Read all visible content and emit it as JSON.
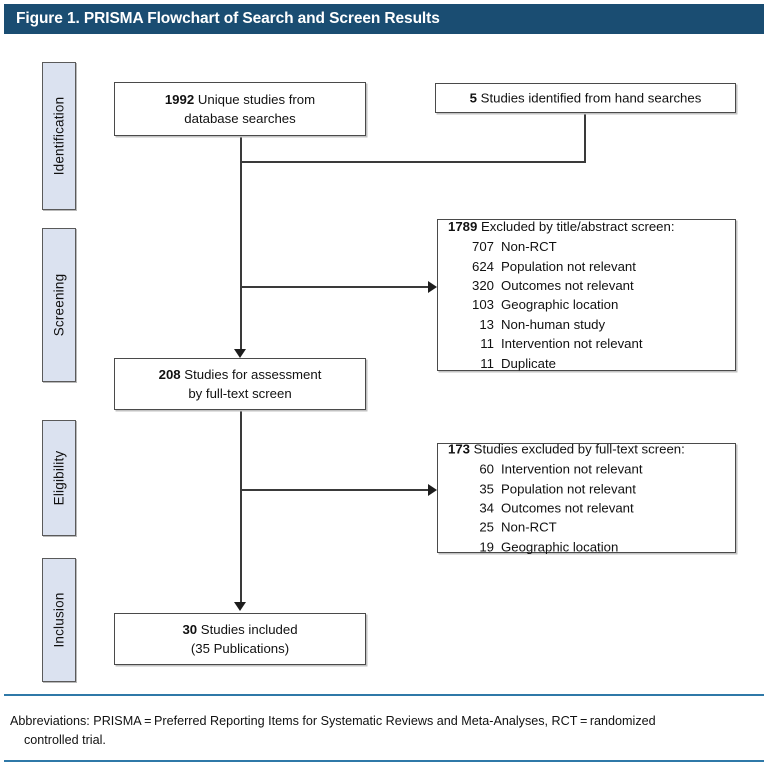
{
  "figure": {
    "title": "Figure 1. PRISMA Flowchart of Search and Screen Results",
    "title_bar_color": "#1a4d72",
    "stage_label_fill": "#dbe2f0",
    "rule_color": "#2f79a8"
  },
  "stages": [
    {
      "label": "Identification"
    },
    {
      "label": "Screening"
    },
    {
      "label": "Eligibility"
    },
    {
      "label": "Inclusion"
    }
  ],
  "boxes": {
    "database_searches": {
      "count": "1992",
      "line1": " Unique studies from",
      "line2": "database searches"
    },
    "hand_searches": {
      "count": "5",
      "line1": " Studies identified from hand searches"
    },
    "title_abstract_excluded": {
      "count": "1789",
      "heading": " Excluded by title/abstract screen:",
      "reasons": [
        {
          "count": "707",
          "label": "Non-RCT"
        },
        {
          "count": "624",
          "label": "Population not relevant"
        },
        {
          "count": "320",
          "label": "Outcomes not relevant"
        },
        {
          "count": "103",
          "label": "Geographic location"
        },
        {
          "count": "13",
          "label": "Non-human study"
        },
        {
          "count": "11",
          "label": "Intervention not relevant"
        },
        {
          "count": "11",
          "label": "Duplicate"
        }
      ]
    },
    "full_text_assessed": {
      "count": "208",
      "line1": " Studies for assessment",
      "line2": "by full-text screen"
    },
    "full_text_excluded": {
      "count": "173",
      "heading": " Studies excluded by full-text screen:",
      "reasons": [
        {
          "count": "60",
          "label": "Intervention not relevant"
        },
        {
          "count": "35",
          "label": "Population not relevant"
        },
        {
          "count": "34",
          "label": "Outcomes not relevant"
        },
        {
          "count": "25",
          "label": "Non-RCT"
        },
        {
          "count": "19",
          "label": "Geographic location"
        }
      ]
    },
    "included": {
      "count": "30",
      "line1": " Studies included",
      "line2": "(35 Publications)"
    }
  },
  "footnote": {
    "line1": "Abbreviations: PRISMA = Preferred Reporting Items for Systematic Reviews and Meta-Analyses, RCT = randomized",
    "line2": "controlled trial."
  }
}
